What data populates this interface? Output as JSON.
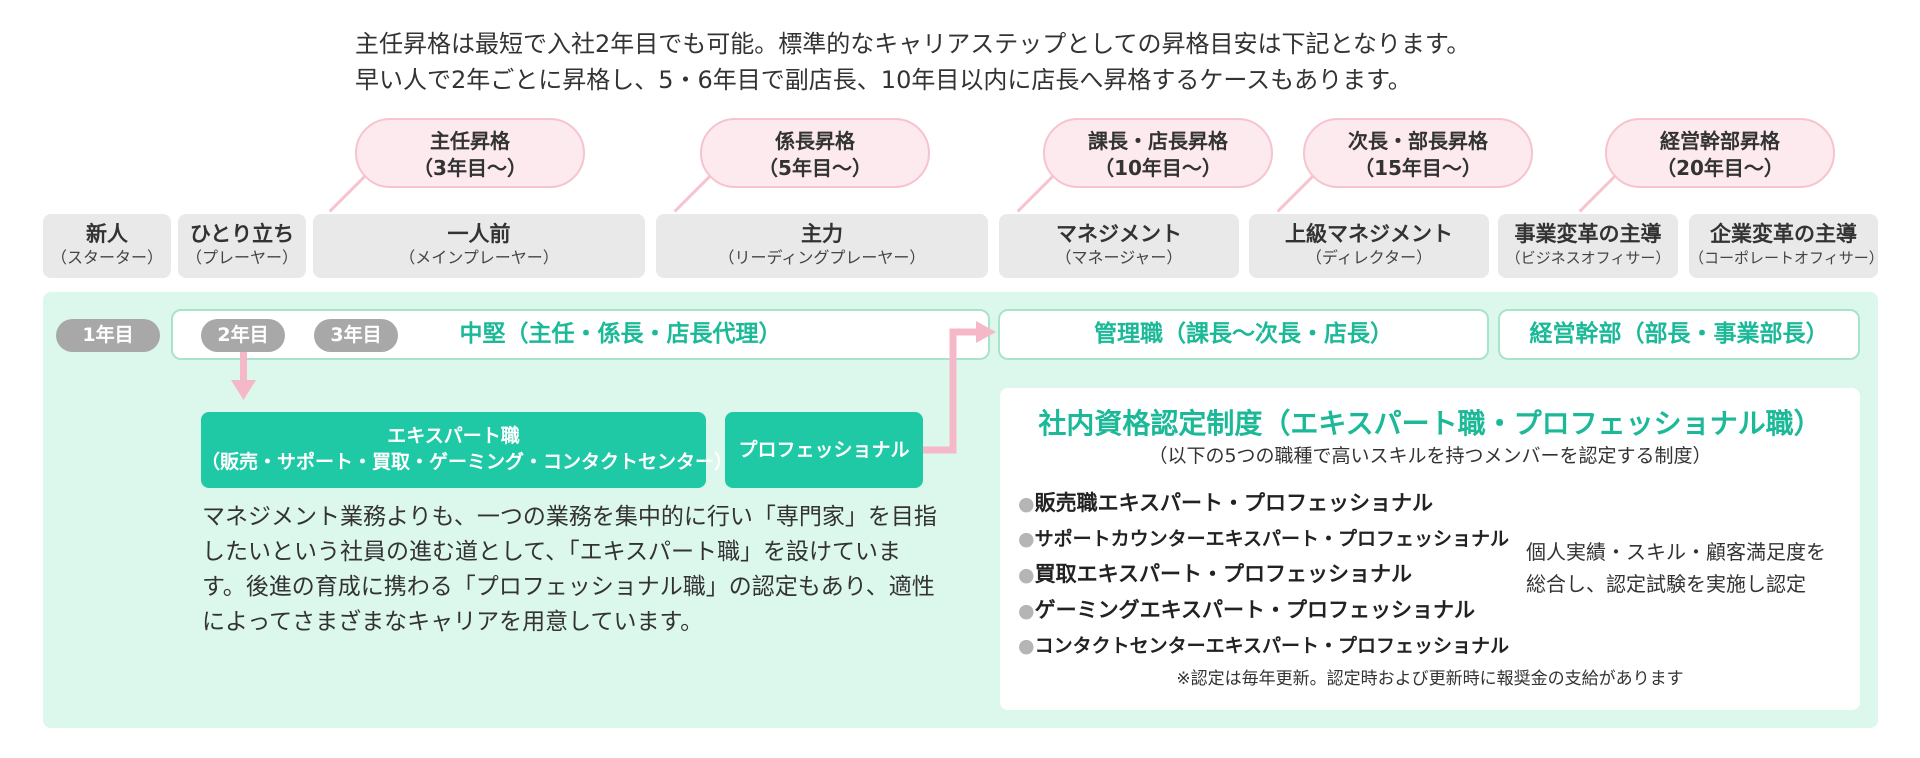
{
  "intro": {
    "line1": "主任昇格は最短で入社2年目でも可能。標準的なキャリアステップとしての昇格目安は下記となります。",
    "line2": "早い人で2年ごとに昇格し、5・6年目で副店長、10年目以内に店長へ昇格するケースもあります。"
  },
  "promotions": [
    {
      "title": "主任昇格",
      "year": "（3年目〜）"
    },
    {
      "title": "係長昇格",
      "year": "（5年目〜）"
    },
    {
      "title": "課長・店長昇格",
      "year": "（10年目〜）"
    },
    {
      "title": "次長・部長昇格",
      "year": "（15年目〜）"
    },
    {
      "title": "経営幹部昇格",
      "year": "（20年目〜）"
    }
  ],
  "stages": [
    {
      "name": "新人",
      "sub": "（スターター）"
    },
    {
      "name": "ひとり立ち",
      "sub": "（プレーヤー）"
    },
    {
      "name": "一人前",
      "sub": "（メインプレーヤー）"
    },
    {
      "name": "主力",
      "sub": "（リーディングプレーヤー）"
    },
    {
      "name": "マネジメント",
      "sub": "（マネージャー）"
    },
    {
      "name": "上級マネジメント",
      "sub": "（ディレクター）"
    },
    {
      "name": "事業変革の主導",
      "sub": "（ビジネスオフィサー）"
    },
    {
      "name": "企業変革の主導",
      "sub": "（コーポレートオフィサー）"
    }
  ],
  "years": [
    "1年目",
    "2年目",
    "3年目"
  ],
  "tiers": {
    "mid": "中堅（主任・係長・店長代理）",
    "management": "管理職（課長〜次長・店長）",
    "executive": "経営幹部（部長・事業部長）"
  },
  "expert": {
    "title": "エキスパート職",
    "scope": "（販売・サポート・買取・ゲーミング・コンタクトセンター）"
  },
  "professional": "プロフェッショナル",
  "description": "マネジメント業務よりも、一つの業務を集中的に行い「専門家」を目指したいという社員の進む道として、「エキスパート職」を設けています。後進の育成に携わる「プロフェッショナル職」の認定もあり、適性によってさまざまなキャリアを用意しています。",
  "certification": {
    "title": "社内資格認定制度（エキスパート職・プロフェッショナル職）",
    "subtitle": "（以下の5つの職種で高いスキルを持つメンバーを認定する制度）",
    "items": [
      "販売職エキスパート・プロフェッショナル",
      "サポートカウンターエキスパート・プロフェッショナル",
      "買取エキスパート・プロフェッショナル",
      "ゲーミングエキスパート・プロフェッショナル",
      "コンタクトセンターエキスパート・プロフェッショナル"
    ],
    "bullet": "●",
    "result_line1": "個人実績・スキル・顧客満足度を",
    "result_line2": "総合し、認定試験を実施し認定",
    "note": "※認定は毎年更新。認定時および更新時に報奨金の支給があります"
  },
  "colors": {
    "accent": "#1cb998",
    "panel": "#dcf7ec",
    "bubble": "#fdeaee",
    "bubble_border": "#f6c3cf",
    "arrow": "#f5b8c8",
    "stage": "#e9e9e9",
    "year_pill": "#a8a8a8"
  }
}
